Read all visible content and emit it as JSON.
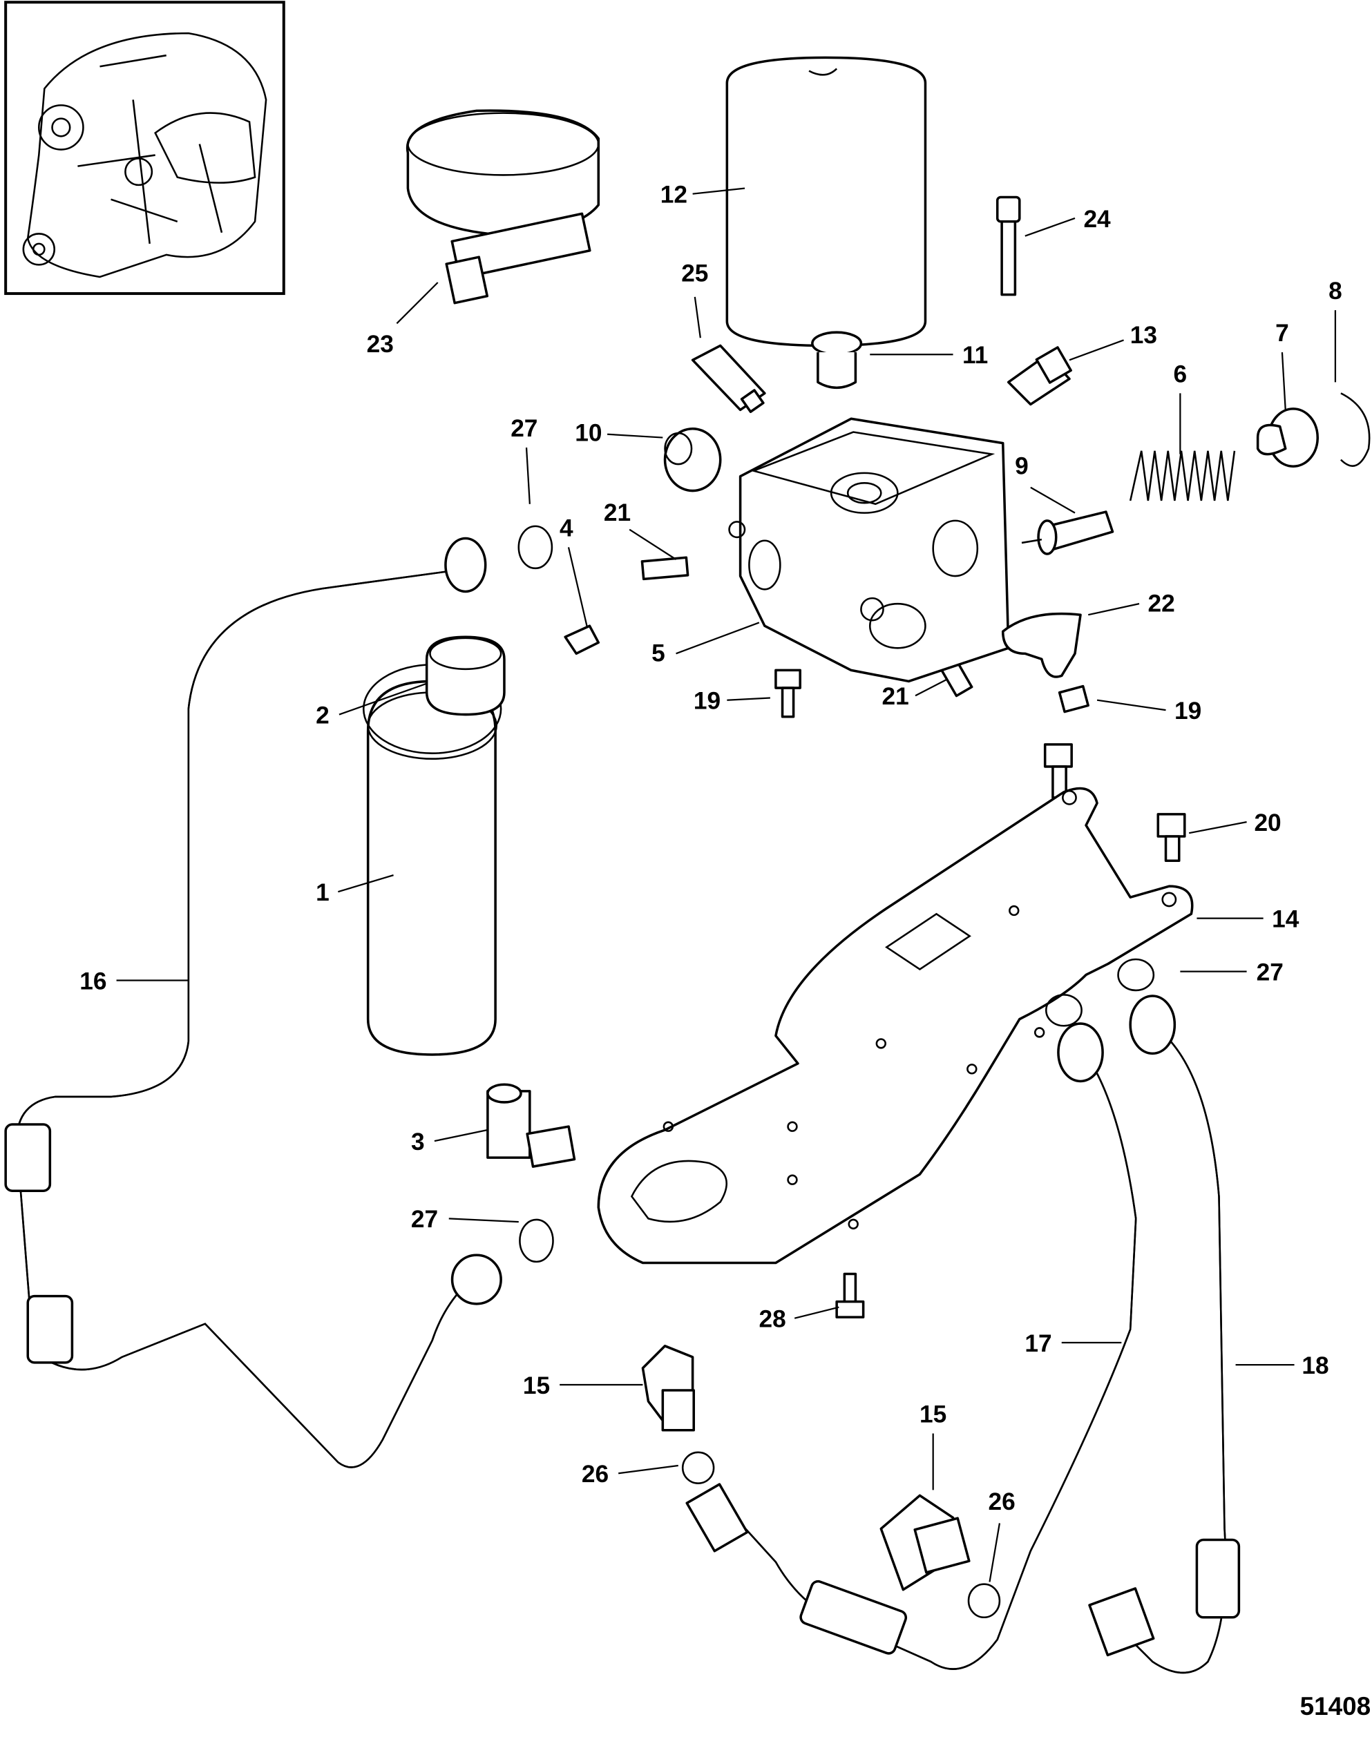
{
  "figure_number": "51408",
  "inset": {
    "icon": "engine-locator-icon"
  },
  "callouts": [
    {
      "label": "23"
    },
    {
      "label": "12"
    },
    {
      "label": "24"
    },
    {
      "label": "25"
    },
    {
      "label": "11"
    },
    {
      "label": "13"
    },
    {
      "label": "6"
    },
    {
      "label": "7"
    },
    {
      "label": "8"
    },
    {
      "label": "27"
    },
    {
      "label": "10"
    },
    {
      "label": "9"
    },
    {
      "label": "21"
    },
    {
      "label": "4"
    },
    {
      "label": "22"
    },
    {
      "label": "5"
    },
    {
      "label": "2"
    },
    {
      "label": "19"
    },
    {
      "label": "21"
    },
    {
      "label": "19"
    },
    {
      "label": "20"
    },
    {
      "label": "1"
    },
    {
      "label": "14"
    },
    {
      "label": "27"
    },
    {
      "label": "16"
    },
    {
      "label": "3"
    },
    {
      "label": "27"
    },
    {
      "label": "28"
    },
    {
      "label": "17"
    },
    {
      "label": "18"
    },
    {
      "label": "15"
    },
    {
      "label": "15"
    },
    {
      "label": "26"
    },
    {
      "label": "26"
    }
  ]
}
